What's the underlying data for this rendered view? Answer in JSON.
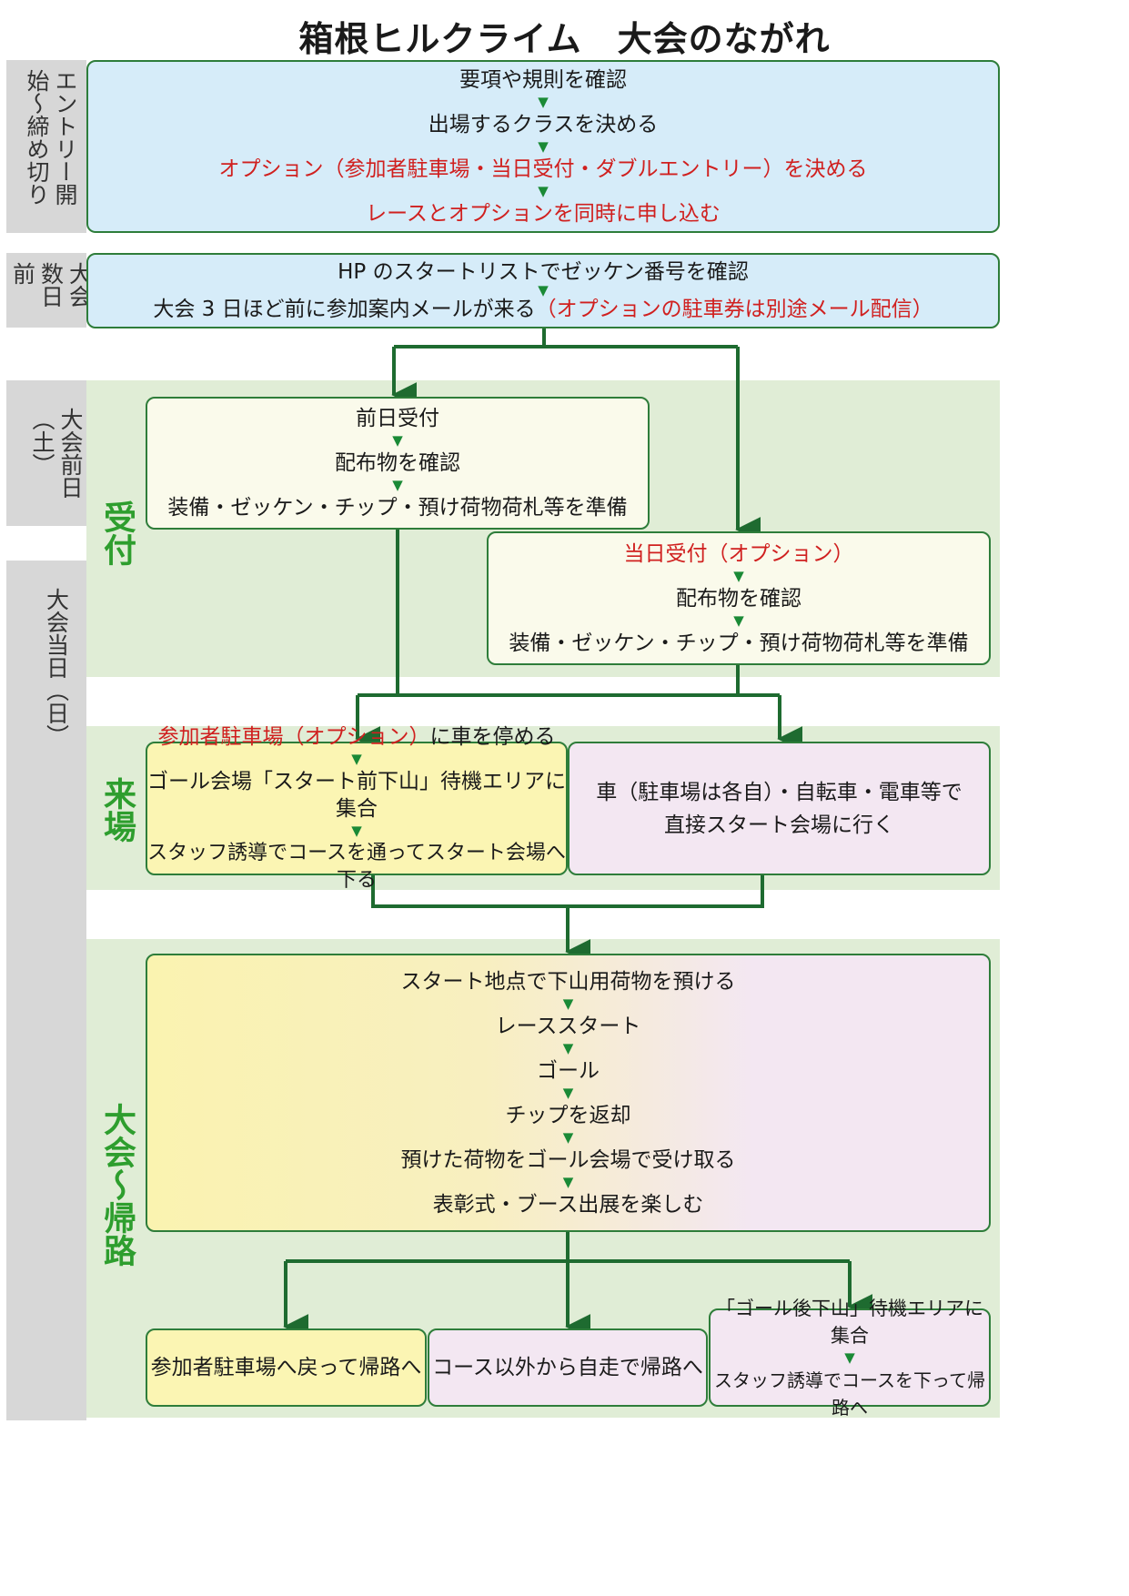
{
  "title": "箱根ヒルクライム　大会のながれ",
  "colors": {
    "accent_green": "#2e9e2e",
    "line_green": "#1e6b30",
    "red_text": "#d0201f",
    "arrow_green": "#1a8a36"
  },
  "side_labels": {
    "entry": "エントリー開始～締め切り",
    "days_before": "大会数日前",
    "day_before": "大会前日（土）",
    "day_of": "大会当日（日）"
  },
  "stage_labels": {
    "reception": "受付",
    "arrival": "来場",
    "race": "大会～帰路"
  },
  "entry_box": {
    "step1": "要項や規則を確認",
    "step2": "出場するクラスを決める",
    "step3": "オプション（参加者駐車場・当日受付・ダブルエントリー）を決める",
    "step4": "レースとオプションを同時に申し込む"
  },
  "days_before_box": {
    "step1": "HP のスタートリストでゼッケン番号を確認",
    "step2_main": "大会 3 日ほど前に参加案内メールが来る",
    "step2_note": "（オプションの駐車券は別途メール配信）"
  },
  "prev_day_box": {
    "step1": "前日受付",
    "step2": "配布物を確認",
    "step3": "装備・ゼッケン・チップ・預け荷物荷札等を準備"
  },
  "same_day_box": {
    "step1": "当日受付（オプション）",
    "step2": "配布物を確認",
    "step3": "装備・ゼッケン・チップ・預け荷物荷札等を準備"
  },
  "parking_box": {
    "step1_red": "参加者駐車場（オプション）",
    "step1_black": "に車を停める",
    "step2": "ゴール会場「スタート前下山」待機エリアに集合",
    "step3": "スタッフ誘導でコースを通ってスタート会場へ下る"
  },
  "direct_box": {
    "line1": "車（駐車場は各自）・自転車・電車等で",
    "line2": "直接スタート会場に行く"
  },
  "race_box": {
    "step1": "スタート地点で下山用荷物を預ける",
    "step2": "レーススタート",
    "step3": "ゴール",
    "step4": "チップを返却",
    "step5": "預けた荷物をゴール会場で受け取る",
    "step6": "表彰式・ブース出展を楽しむ"
  },
  "return_boxes": {
    "parking": "参加者駐車場へ戻って帰路へ",
    "self": "コース以外から自走で帰路へ",
    "wait_step1": "「ゴール後下山」待機エリアに集合",
    "wait_step2": "スタッフ誘導でコースを下って帰路へ"
  }
}
